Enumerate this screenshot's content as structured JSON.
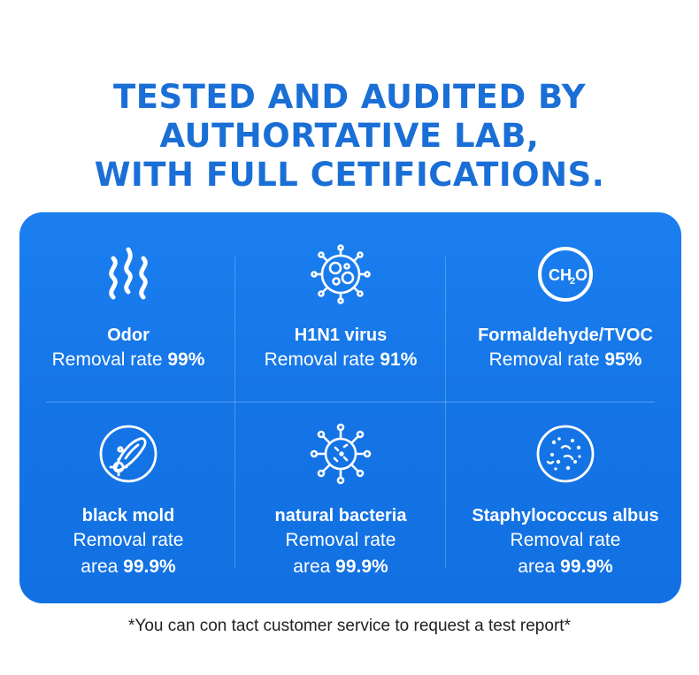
{
  "headline": {
    "line1": "TESTED AND AUDITED BY",
    "line2": "AUTHORTATIVE LAB,",
    "line3": "WITH FULL CETIFICATIONS."
  },
  "colors": {
    "headline": "#1a6fd6",
    "panel": "#1677ea",
    "text_on_panel": "#ffffff"
  },
  "items": [
    {
      "icon": "odor-waves-icon",
      "name": "Odor",
      "rate_label": "Removal rate",
      "rate_value": "99%"
    },
    {
      "icon": "virus-icon",
      "name": "H1N1 virus",
      "rate_label": "Removal rate",
      "rate_value": "91%"
    },
    {
      "icon": "ch2o-molecule-icon",
      "icon_text": "CH",
      "icon_sub": "2",
      "icon_tail": "O",
      "name": "Formaldehyde/TVOC",
      "rate_label": "Removal rate",
      "rate_value": "95%"
    },
    {
      "icon": "mold-icon",
      "name": "black mold",
      "rate_label": "Removal rate",
      "rate_prefix": "area",
      "rate_value": "99.9%"
    },
    {
      "icon": "bacteria-icon",
      "name": "natural bacteria",
      "rate_label": "Removal rate",
      "rate_prefix": "area",
      "rate_value": "99.9%"
    },
    {
      "icon": "staphylococcus-icon",
      "name": "Staphylococcus albus",
      "rate_label": "Removal rate",
      "rate_prefix": "area",
      "rate_value": "99.9%"
    }
  ],
  "footnote": "*You can con tact customer service to request a test report*"
}
